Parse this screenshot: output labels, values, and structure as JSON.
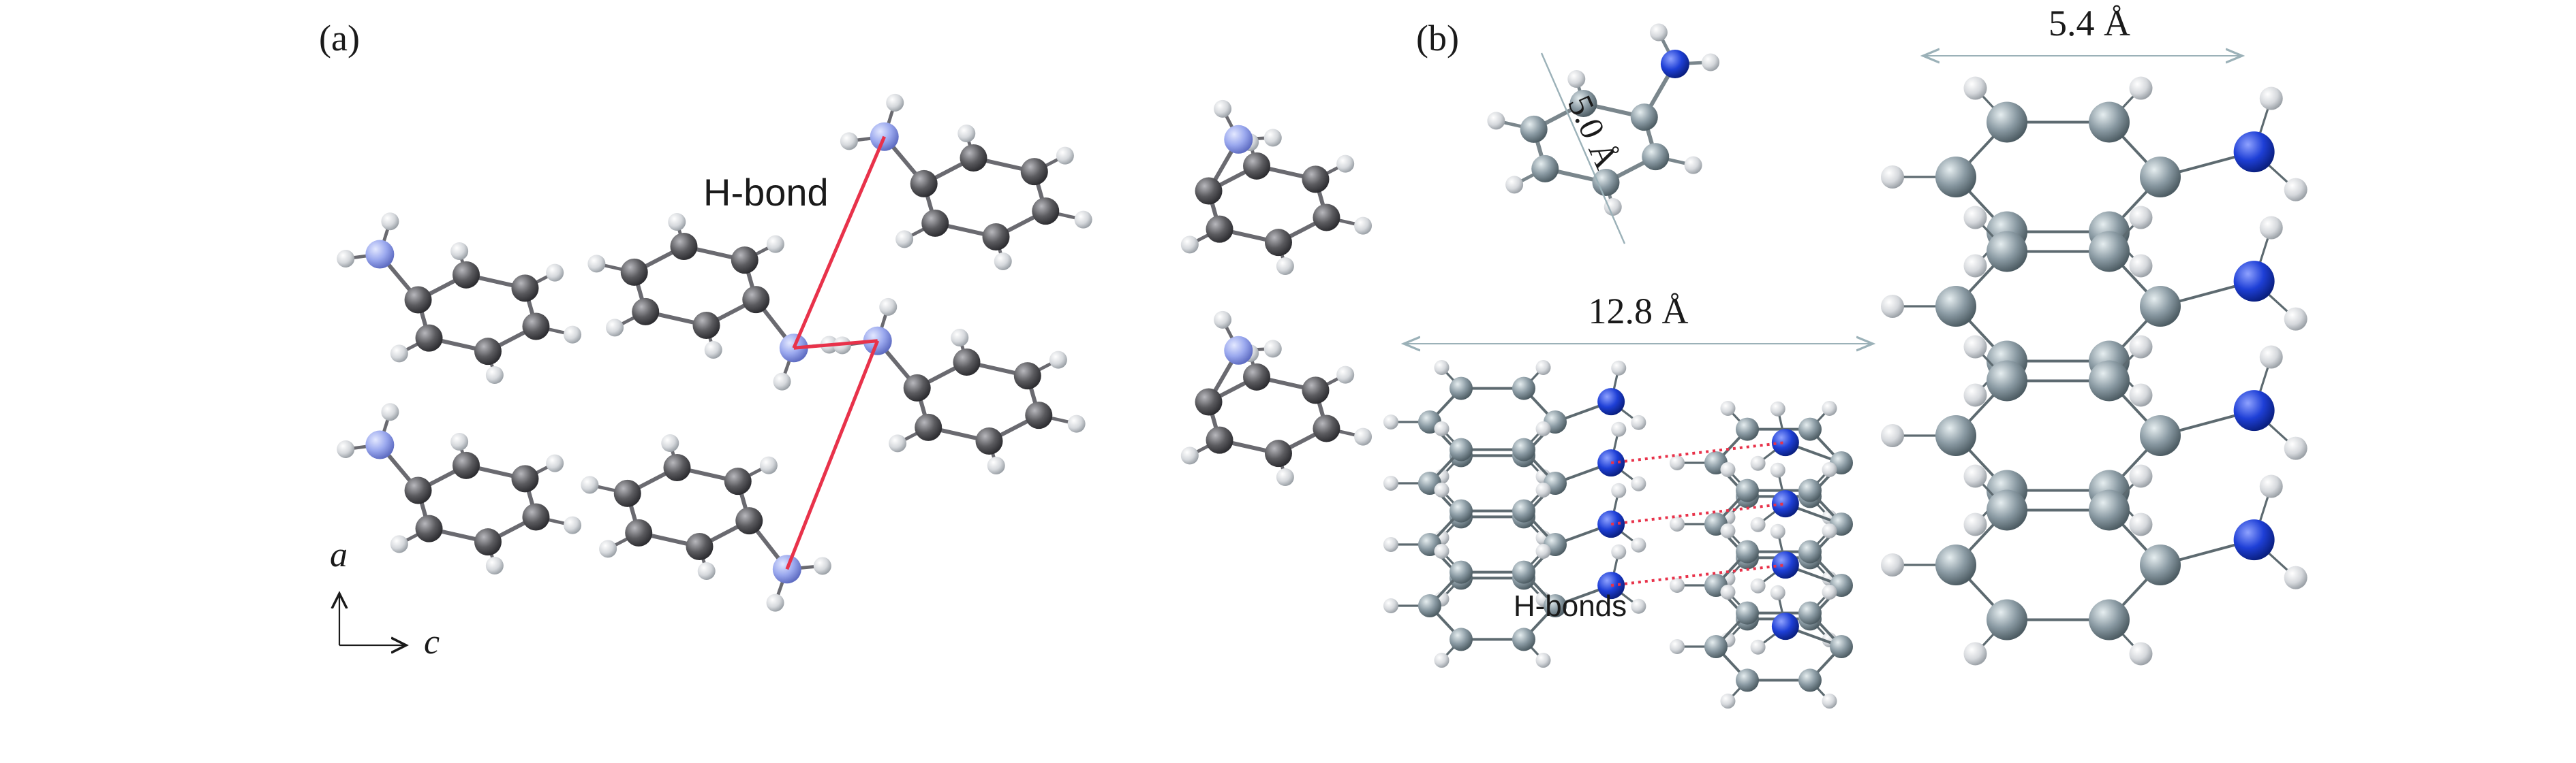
{
  "panels": {
    "a": {
      "label": "(a)",
      "hbond_label": "H-bond",
      "axis_vertical": "a",
      "axis_horizontal": "c"
    },
    "b": {
      "label": "(b)",
      "ring_width": "5.0 Å",
      "dimer_width": "12.8 Å",
      "stack_width": "5.4 Å",
      "hbonds_label": "H-bonds"
    }
  },
  "colors": {
    "carbon_a": "#5b5b5f",
    "carbon_b": "#8a9aa3",
    "nitrogen_a": "#9aa8ee",
    "nitrogen_b": "#1e3fd6",
    "hydrogen": "#d5d8dc",
    "hbond": "#e8324a",
    "hbond_text": "#e8324a",
    "dimension_line": "#9bb1b8",
    "text": "#1a1a1a"
  }
}
